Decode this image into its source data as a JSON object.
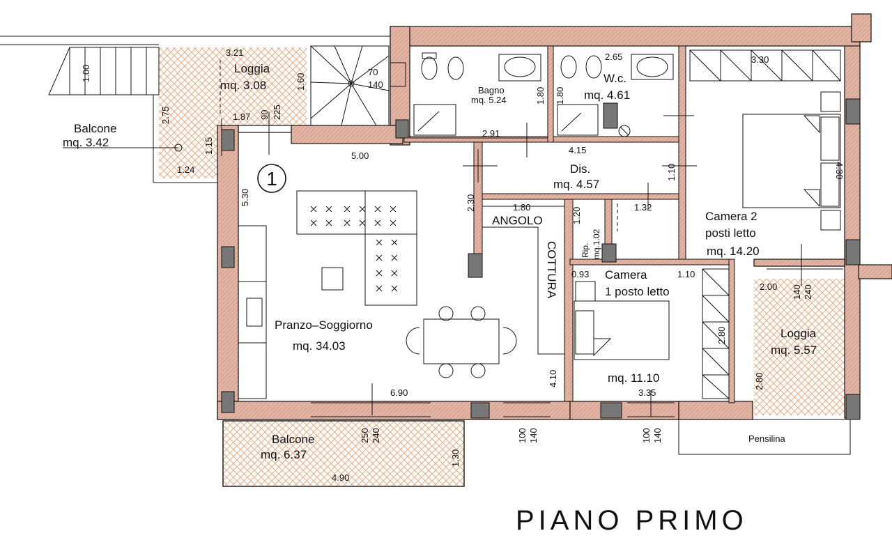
{
  "title": "PIANO PRIMO",
  "unit_marker": "1",
  "colors": {
    "wall": "#e2b4a4",
    "hatch": "#e8a070",
    "line": "#111111",
    "column": "#6b6b6b"
  },
  "rooms": {
    "balcone_w": {
      "name": "Balcone",
      "area": "mq. 3.42"
    },
    "loggia_w": {
      "name": "Loggia",
      "area": "mq. 3.08"
    },
    "bagno": {
      "name": "Bagno",
      "area": "mq. 5.24"
    },
    "wc": {
      "name": "W.c.",
      "area": "mq. 4.61"
    },
    "dis": {
      "name": "Dis.",
      "area": "mq. 4.57"
    },
    "soggiorno": {
      "name": "Pranzo–Soggiorno",
      "area": "mq. 34.03"
    },
    "angolo": {
      "name": "ANGOLO",
      "sub": "COTTURA"
    },
    "rip": {
      "name": "Rip.",
      "area": "mq.1.02"
    },
    "camera1": {
      "name": "Camera",
      "sub": "1 posto letto",
      "area": "mq. 11.10"
    },
    "camera2": {
      "name": "Camera 2",
      "sub": "posti letto",
      "area": "mq. 14.20"
    },
    "loggia_e": {
      "name": "Loggia",
      "area": "mq. 5.57"
    },
    "balcone_s": {
      "name": "Balcone",
      "area": "mq. 6.37"
    },
    "pensilina": {
      "name": "Pensilina"
    }
  },
  "dims": {
    "d100": "1.00",
    "d321": "3.21",
    "d160": "1.60",
    "d70": "70",
    "d140a": "140",
    "d275": "2.75",
    "d115": "1.15",
    "d124": "1.24",
    "d187": "1.87",
    "d90": "90",
    "d225": "225",
    "d500": "5.00",
    "d530": "5.30",
    "d291": "2.91",
    "d180a": "1.80",
    "d180b": "1.80",
    "d265": "2.65",
    "d415": "4.15",
    "d110": "1.10",
    "d330": "3.30",
    "d430": "4.30",
    "d230": "2.30",
    "d180c": "1.80",
    "d120": "1.20",
    "d132": "1.32",
    "d093": "0.93",
    "d110b": "1.10",
    "d280a": "2.80",
    "d200": "2.00",
    "d140b": "140",
    "d240a": "240",
    "d280b": "2.80",
    "d410": "4.10",
    "d690": "6.90",
    "d335": "3.35",
    "d250": "250",
    "d240b": "240",
    "d130": "1.30",
    "d490": "4.90",
    "d100b": "100",
    "d140c": "140",
    "d100c": "100",
    "d140d": "140"
  }
}
